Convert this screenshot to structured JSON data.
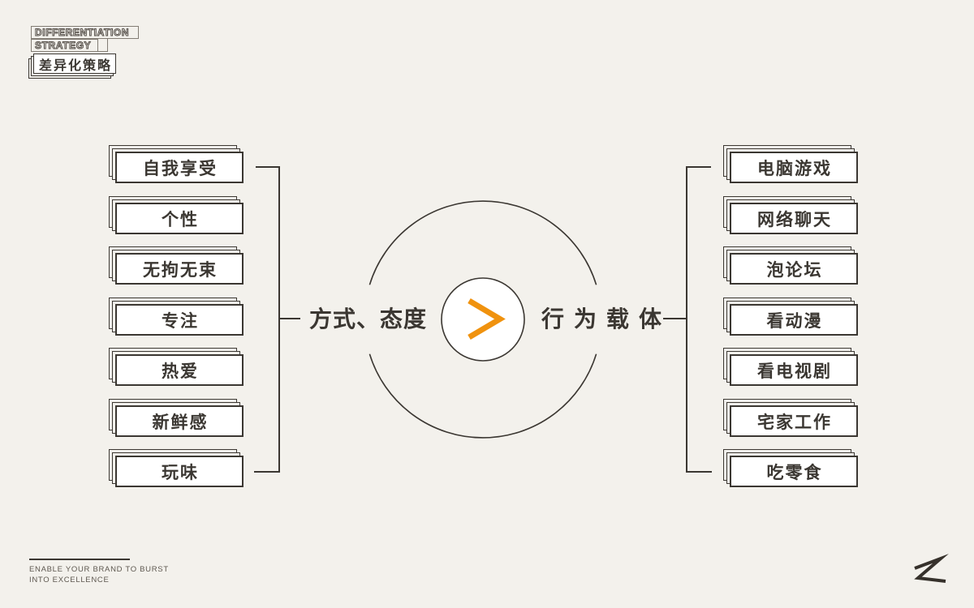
{
  "colors": {
    "background": "#f3f1ec",
    "ink": "#3b3732",
    "box_fill": "#ffffff",
    "accent_orange": "#f0920e",
    "muted_text": "#5e5850"
  },
  "header": {
    "title_line1": "DIFFERENTIATION",
    "title_line2": "STRATEGY",
    "subtitle": "差异化策略"
  },
  "diagram": {
    "left_group_label": "方式、态度",
    "right_group_label": "行为载体",
    "center_symbol": ">",
    "left_items": [
      "自我享受",
      "个性",
      "无拘无束",
      "专注",
      "热爱",
      "新鲜感",
      "玩味"
    ],
    "right_items": [
      "电脑游戏",
      "网络聊天",
      "泡论坛",
      "看动漫",
      "看电视剧",
      "宅家工作",
      "吃零食"
    ]
  },
  "footer": {
    "tagline_line1": "ENABLE YOUR BRAND TO BURST",
    "tagline_line2": "INTO EXCELLENCE",
    "logo_letter": "Z"
  }
}
